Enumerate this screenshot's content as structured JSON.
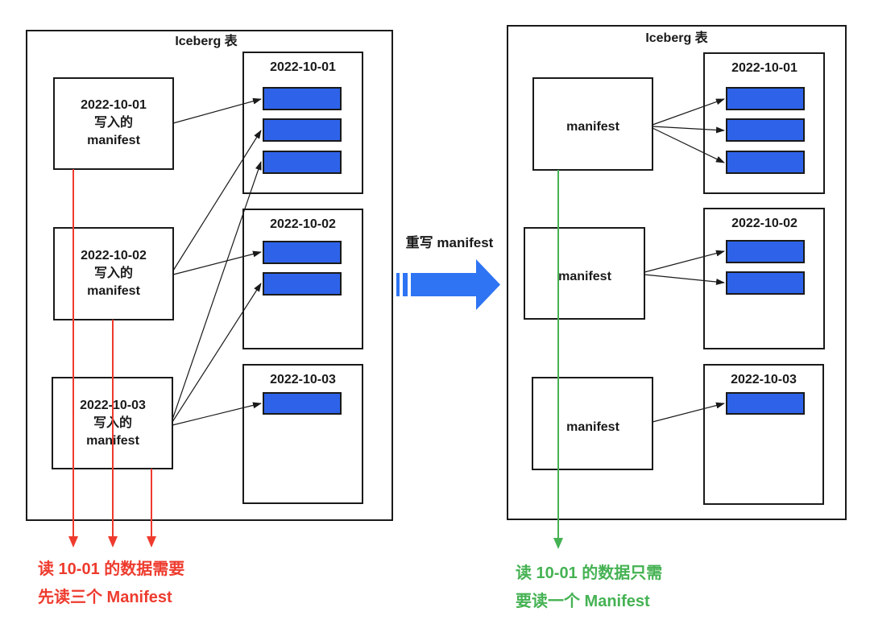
{
  "diagram_title": "Iceberg manifest rewrite",
  "left_panel": {
    "title": "Iceberg 表",
    "manifests": [
      {
        "lines": [
          "2022-10-01",
          "写入的",
          "manifest"
        ]
      },
      {
        "lines": [
          "2022-10-02",
          "写入的",
          "manifest"
        ]
      },
      {
        "lines": [
          "2022-10-03",
          "写入的",
          "manifest"
        ]
      }
    ],
    "partitions": [
      {
        "label": "2022-10-01",
        "file_count": 3
      },
      {
        "label": "2022-10-02",
        "file_count": 2
      },
      {
        "label": "2022-10-03",
        "file_count": 1
      }
    ],
    "connections": [
      {
        "from": "manifest-1",
        "to": [
          "2022-10-01 file 1"
        ]
      },
      {
        "from": "manifest-2",
        "to": [
          "2022-10-01 file 2",
          "2022-10-02 file 1"
        ]
      },
      {
        "from": "manifest-3",
        "to": [
          "2022-10-01 file 3",
          "2022-10-02 file 2",
          "2022-10-03 file 1"
        ]
      }
    ],
    "note_line1": "读 10-01 的数据需要",
    "note_line2": "先读三个 Manifest"
  },
  "middle": {
    "rewrite_label": "重写 manifest"
  },
  "right_panel": {
    "title": "Iceberg 表",
    "manifests": [
      {
        "label": "manifest"
      },
      {
        "label": "manifest"
      },
      {
        "label": "manifest"
      }
    ],
    "partitions": [
      {
        "label": "2022-10-01",
        "file_count": 3
      },
      {
        "label": "2022-10-02",
        "file_count": 2
      },
      {
        "label": "2022-10-03",
        "file_count": 1
      }
    ],
    "connections": [
      {
        "from": "manifest-1",
        "to": [
          "2022-10-01 file 1",
          "2022-10-01 file 2",
          "2022-10-01 file 3"
        ]
      },
      {
        "from": "manifest-2",
        "to": [
          "2022-10-02 file 1",
          "2022-10-02 file 2"
        ]
      },
      {
        "from": "manifest-3",
        "to": [
          "2022-10-03 file 1"
        ]
      }
    ],
    "note_line1": "读 10-01 的数据只需",
    "note_line2": "要读一个 Manifest"
  },
  "colors": {
    "file_blue": "#2e63e9",
    "arrow_blue": "#2e74f3",
    "red": "#ee3b2e",
    "green": "#45b253",
    "line_black": "#1a1a1a"
  }
}
